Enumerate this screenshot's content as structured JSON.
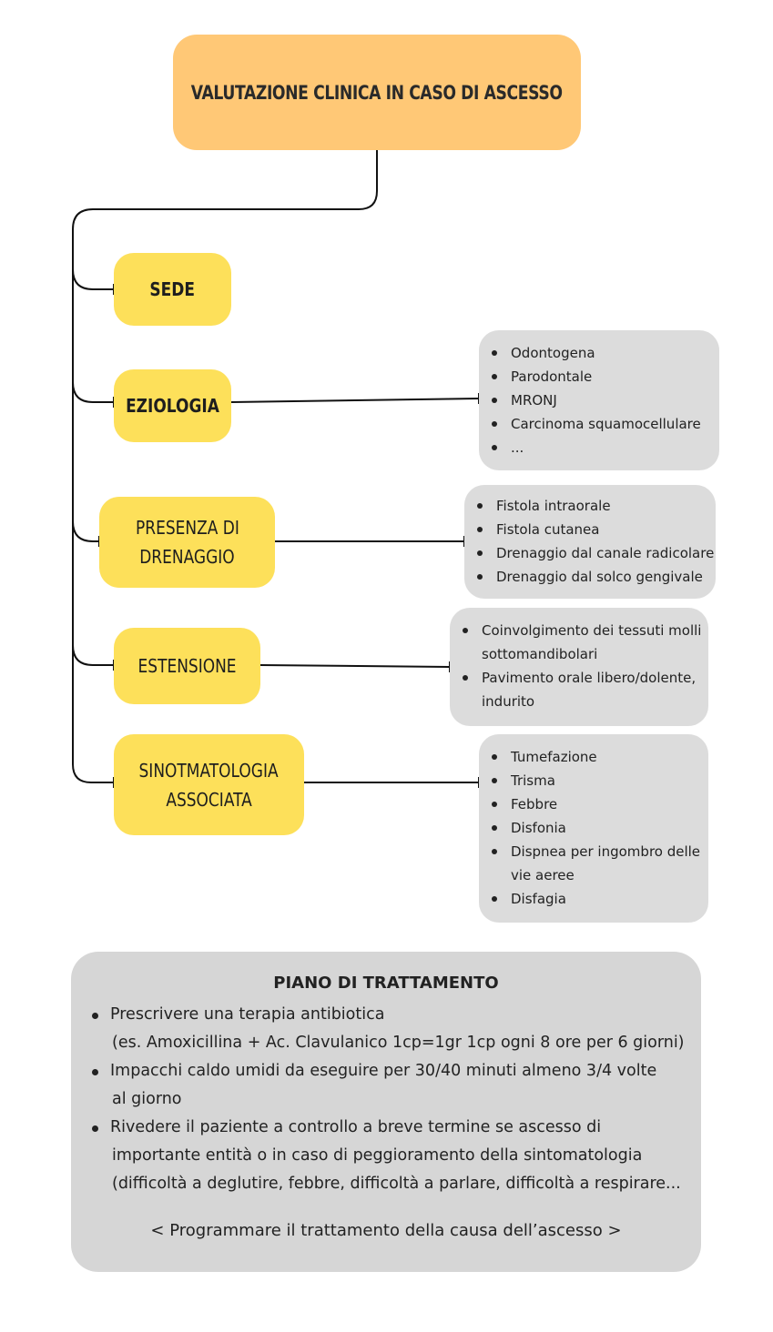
{
  "title": "VALUTAZIONE CLINICA IN CASO DI ASCESSO",
  "categories": {
    "sede": "SEDE",
    "eziologia": "EZIOLOGIA",
    "drenaggio_1": "PRESENZA DI",
    "drenaggio_2": "DRENAGGIO",
    "estensione": "ESTENSIONE",
    "sinto_1": "SINOTMATOLOGIA",
    "sinto_2": "ASSOCIATA"
  },
  "eziologia_items": [
    "Odontogena",
    "Parodontale",
    "MRONJ",
    "Carcinoma squamocellulare",
    "..."
  ],
  "drenaggio_items": [
    "Fistola intraorale",
    "Fistola cutanea",
    "Drenaggio dal canale radicolare",
    "Drenaggio dal solco gengivale"
  ],
  "estensione_items": [
    {
      "l1": "Coinvolgimento dei tessuti molli",
      "l2": "sottomandibolari"
    },
    {
      "l1": "Pavimento orale libero/dolente,",
      "l2": "indurito"
    }
  ],
  "sinto_items": [
    {
      "l1": "Tumefazione"
    },
    {
      "l1": "Trisma"
    },
    {
      "l1": "Febbre"
    },
    {
      "l1": "Disfonia"
    },
    {
      "l1": "Dispnea per ingombro delle",
      "l2": "vie aeree"
    },
    {
      "l1": "Disfagia"
    }
  ],
  "plan": {
    "title": "PIANO DI TRATTAMENTO",
    "items": [
      [
        "Prescrivere una terapia antibiotica",
        "(es. Amoxicillina + Ac. Clavulanico 1cp=1gr 1cp ogni 8 ore per 6 giorni)"
      ],
      [
        "Impacchi caldo umidi da eseguire per 30/40 minuti almeno 3/4 volte",
        "al giorno"
      ],
      [
        "Rivedere il paziente a controllo a breve termine se ascesso di",
        "importante entità o in caso di peggioramento della sintomatologia",
        "(difficoltà a deglutire, febbre, difficoltà a parlare, difficoltà a respirare..."
      ]
    ],
    "footer": "< Programmare il trattamento della causa dell’ascesso >"
  }
}
